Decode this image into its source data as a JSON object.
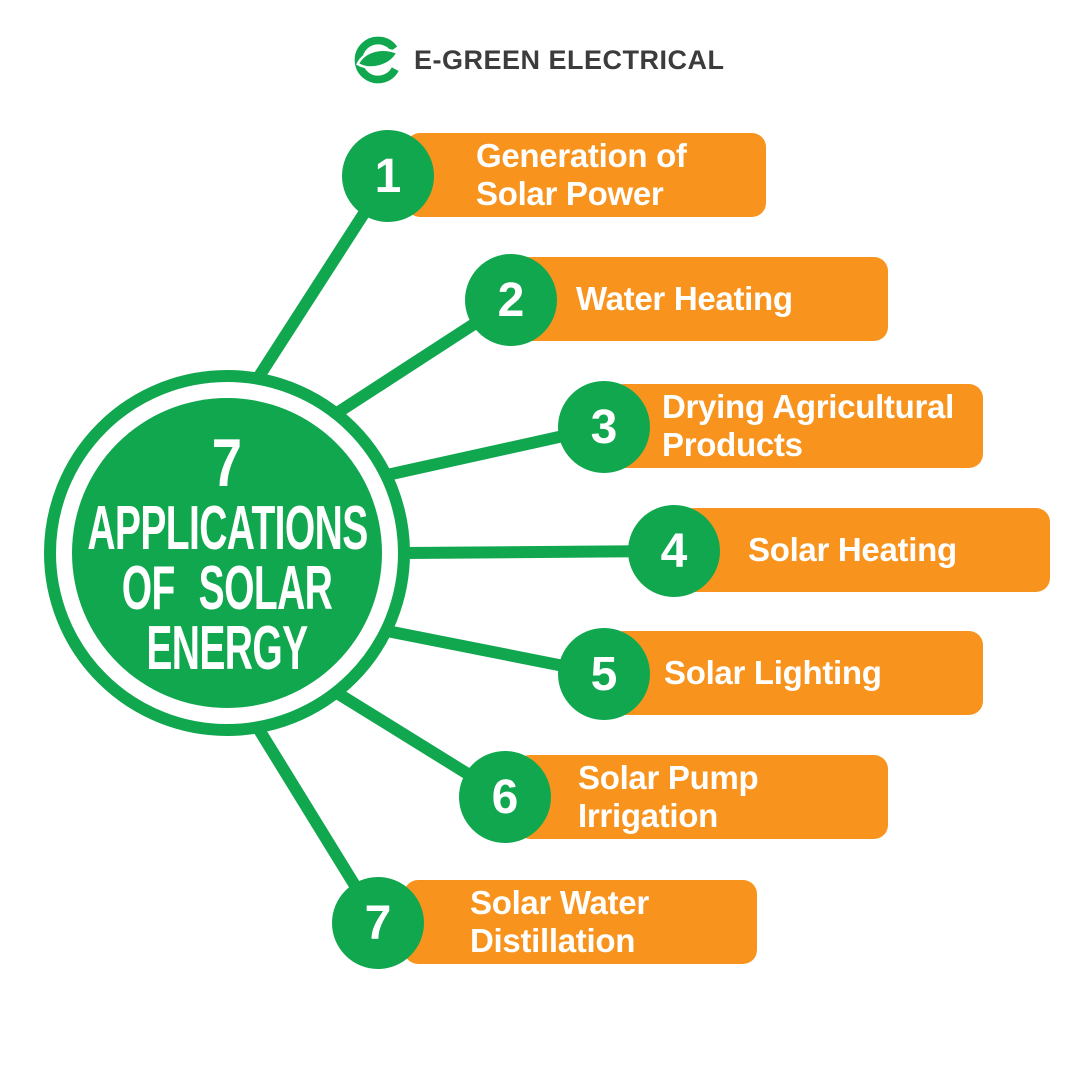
{
  "colors": {
    "green": "#10A74F",
    "orange": "#F8941E",
    "brand_text": "#3C3C3C",
    "label_text": "#FFFFFF"
  },
  "header": {
    "brand": "E-GREEN ELECTRICAL",
    "logo_icon": "leaf-e-icon"
  },
  "hub": {
    "number": "7",
    "line1": "APPLICATIONS",
    "line2": "OF SOLAR",
    "line3": "ENERGY"
  },
  "items": [
    {
      "num": "1",
      "line1": "Generation of",
      "line2": "Solar Power"
    },
    {
      "num": "2",
      "line1": "Water Heating",
      "line2": ""
    },
    {
      "num": "3",
      "line1": "Drying Agricultural",
      "line2": "Products"
    },
    {
      "num": "4",
      "line1": "Solar Heating",
      "line2": ""
    },
    {
      "num": "5",
      "line1": "Solar Lighting",
      "line2": ""
    },
    {
      "num": "6",
      "line1": "Solar Pump",
      "line2": "Irrigation"
    },
    {
      "num": "7",
      "line1": "Solar Water",
      "line2": "Distillation"
    }
  ]
}
